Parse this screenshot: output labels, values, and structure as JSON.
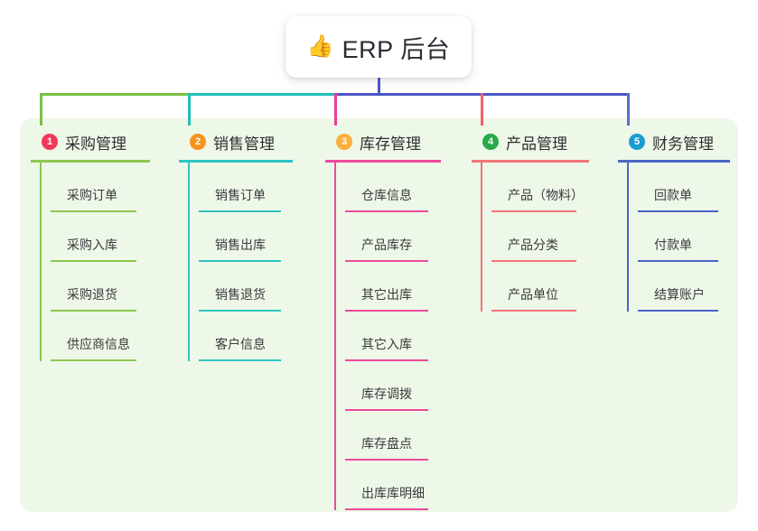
{
  "root": {
    "emoji": "👍",
    "emoji_name": "thumbs-up-icon",
    "title": "ERP 后台"
  },
  "theme": {
    "page_background": "#ffffff",
    "panel_background": "#eef8e8",
    "card_background": "#ffffff",
    "root_stem_color": "#4a56c4",
    "text_color": "#2f2f33"
  },
  "connector": {
    "segments": [
      {
        "name": "bar-green",
        "color": "#7ac143"
      },
      {
        "name": "bar-teal",
        "color": "#1fbfb8"
      },
      {
        "name": "bar-purple",
        "color": "#4a56c4"
      }
    ]
  },
  "columns": [
    {
      "index": "1",
      "title": "采购管理",
      "badge_color": "#f2385a",
      "line_color": "#8cc751",
      "stem_color": "#7ac143",
      "items": [
        "采购订单",
        "采购入库",
        "采购退货",
        "供应商信息"
      ]
    },
    {
      "index": "2",
      "title": "销售管理",
      "badge_color": "#f7941e",
      "line_color": "#2ec4c0",
      "stem_color": "#1fbfb8",
      "items": [
        "销售订单",
        "销售出库",
        "销售退货",
        "客户信息"
      ]
    },
    {
      "index": "3",
      "title": "库存管理",
      "badge_color": "#fbb03b",
      "line_color": "#ee4a9b",
      "stem_color": "#ee3d96",
      "items": [
        "仓库信息",
        "产品库存",
        "其它出库",
        "其它入库",
        "库存调拨",
        "库存盘点",
        "出库库明细"
      ]
    },
    {
      "index": "4",
      "title": "产品管理",
      "badge_color": "#2aa84a",
      "line_color": "#f4737a",
      "stem_color": "#f4606a",
      "items": [
        "产品（物料）",
        "产品分类",
        "产品单位"
      ]
    },
    {
      "index": "5",
      "title": "财务管理",
      "badge_color": "#1d9bd1",
      "line_color": "#4a66c8",
      "stem_color": "#5570cf",
      "items": [
        "回款单",
        "付款单",
        "结算账户"
      ]
    }
  ]
}
